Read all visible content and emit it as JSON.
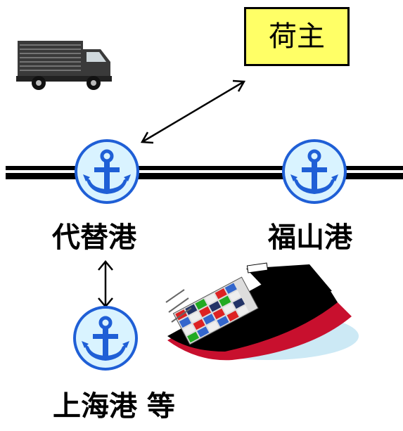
{
  "shipper": {
    "label": "荷主"
  },
  "ports": {
    "alternative": "代替港",
    "fukuyama": "福山港",
    "shanghai": "上海港 等"
  },
  "icons": {
    "truck": "truck-icon",
    "anchor": "anchor-icon",
    "ship": "capsized-container-ship-icon"
  },
  "colors": {
    "shipper_box": "#ffff66",
    "anchor_blue": "#1f5fd6",
    "anchor_fill": "#d9f3ff",
    "route_line": "#000000"
  }
}
